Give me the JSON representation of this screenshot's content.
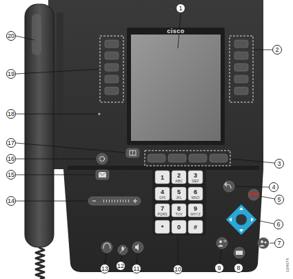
{
  "diagram": {
    "labels": [
      "1",
      "2",
      "3",
      "4",
      "5",
      "6",
      "7",
      "8",
      "9",
      "10",
      "11",
      "12",
      "13",
      "14",
      "15",
      "16",
      "17",
      "18",
      "19",
      "20",
      "cisco",
      "1",
      "2",
      "ABC",
      "3",
      "DEF",
      "4",
      "GHI",
      "5",
      "JKL",
      "6",
      "MNO",
      "7",
      "PQRS",
      "8",
      "TUV",
      "9",
      "WXYZ",
      "*",
      "0",
      "#",
      "194674"
    ]
  }
}
